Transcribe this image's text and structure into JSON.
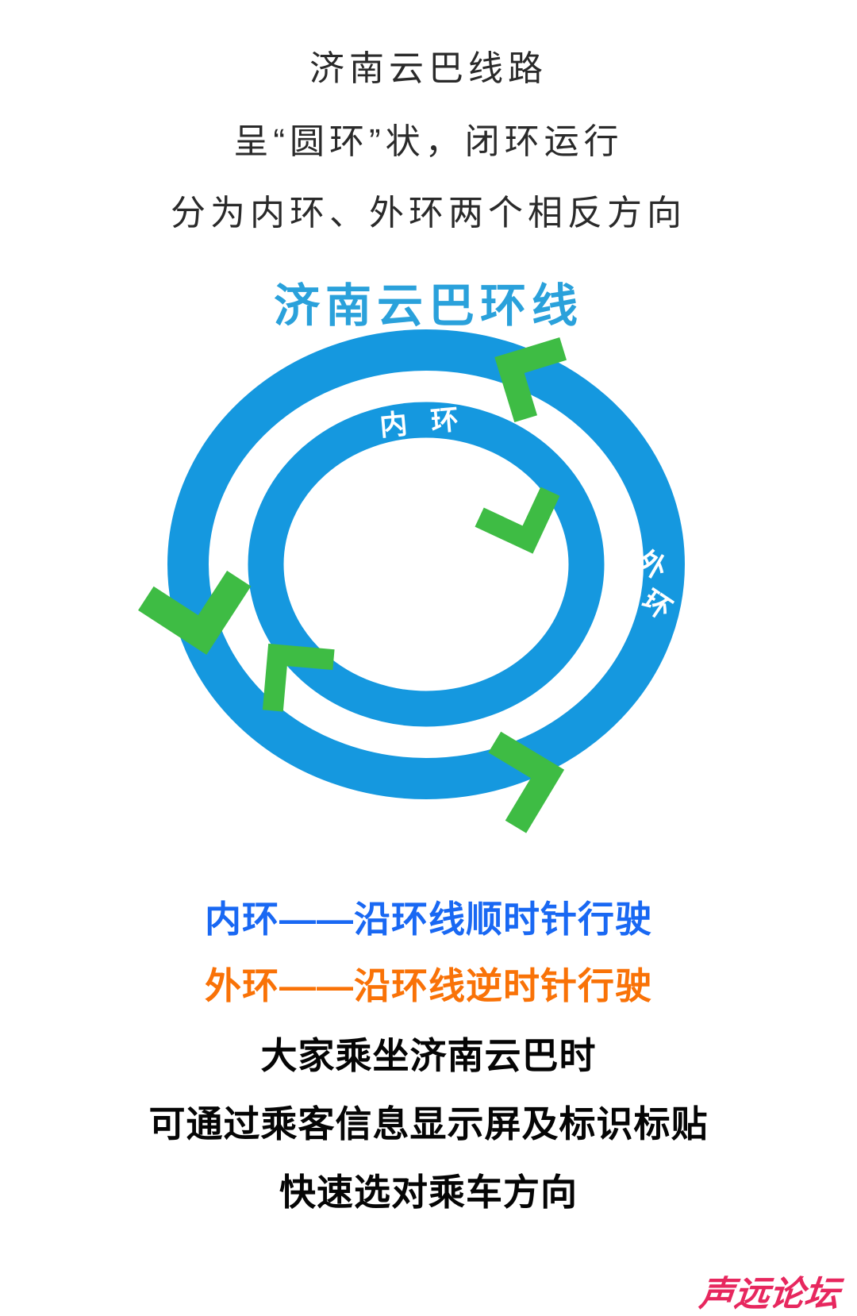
{
  "colors": {
    "ring-blue": "#1598DF",
    "title-blue": "#2AA1DB",
    "arrow-green": "#3EBC44",
    "legend-blue": "#1968F3",
    "legend-orange": "#F97207",
    "ink": "#2A2A2A",
    "heavy-ink": "#050505",
    "watermark-pink": "#E7275E"
  },
  "intro": {
    "line1": "济南云巴线路",
    "line2": "呈“圆环”状，闭环运行",
    "line3": "分为内环、外环两个相反方向"
  },
  "diagram": {
    "title": "济南云巴环线",
    "inner_ring_label": "内 环",
    "outer_ring_label_char1": "外",
    "outer_ring_label_char2": "环",
    "arrows": [
      {
        "name": "outer-ring-top",
        "direction": "counterclockwise"
      },
      {
        "name": "inner-ring-right",
        "direction": "clockwise"
      },
      {
        "name": "outer-ring-left",
        "direction": "counterclockwise"
      },
      {
        "name": "inner-ring-bottom-left",
        "direction": "clockwise"
      },
      {
        "name": "outer-ring-bottom-right",
        "direction": "counterclockwise"
      }
    ]
  },
  "legend": {
    "inner_line": "内环——沿环线顺时针行驶",
    "outer_line": "外环——沿环线逆时针行驶"
  },
  "outro": {
    "line1": "大家乘坐济南云巴时",
    "line2": "可通过乘客信息显示屏及标识标贴",
    "line3": "快速选对乘车方向"
  },
  "watermark": {
    "text": "声远论坛"
  }
}
